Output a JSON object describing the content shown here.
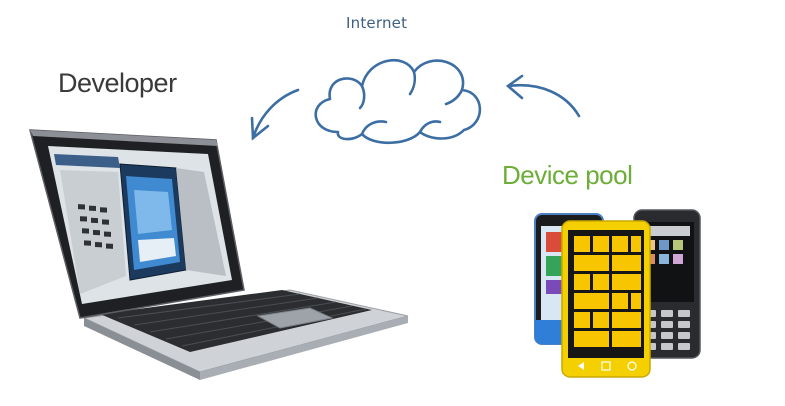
{
  "labels": {
    "internet": "Internet",
    "developer": "Developer",
    "device_pool": "Device pool"
  },
  "colors": {
    "internet_text": "#3d5f86",
    "developer_text": "#3a3a3a",
    "device_pool_text": "#6cae37",
    "cloud_stroke": "#3c6ea3",
    "arrow_stroke": "#3c6ea3",
    "lumia_yellow": "#f5d000"
  },
  "icons": {
    "cloud": "cloud-icon",
    "left_arrow": "curved-arrow-left-icon",
    "right_arrow": "curved-arrow-right-icon",
    "laptop": "laptop-icon",
    "phones": "smartphone-icon"
  }
}
